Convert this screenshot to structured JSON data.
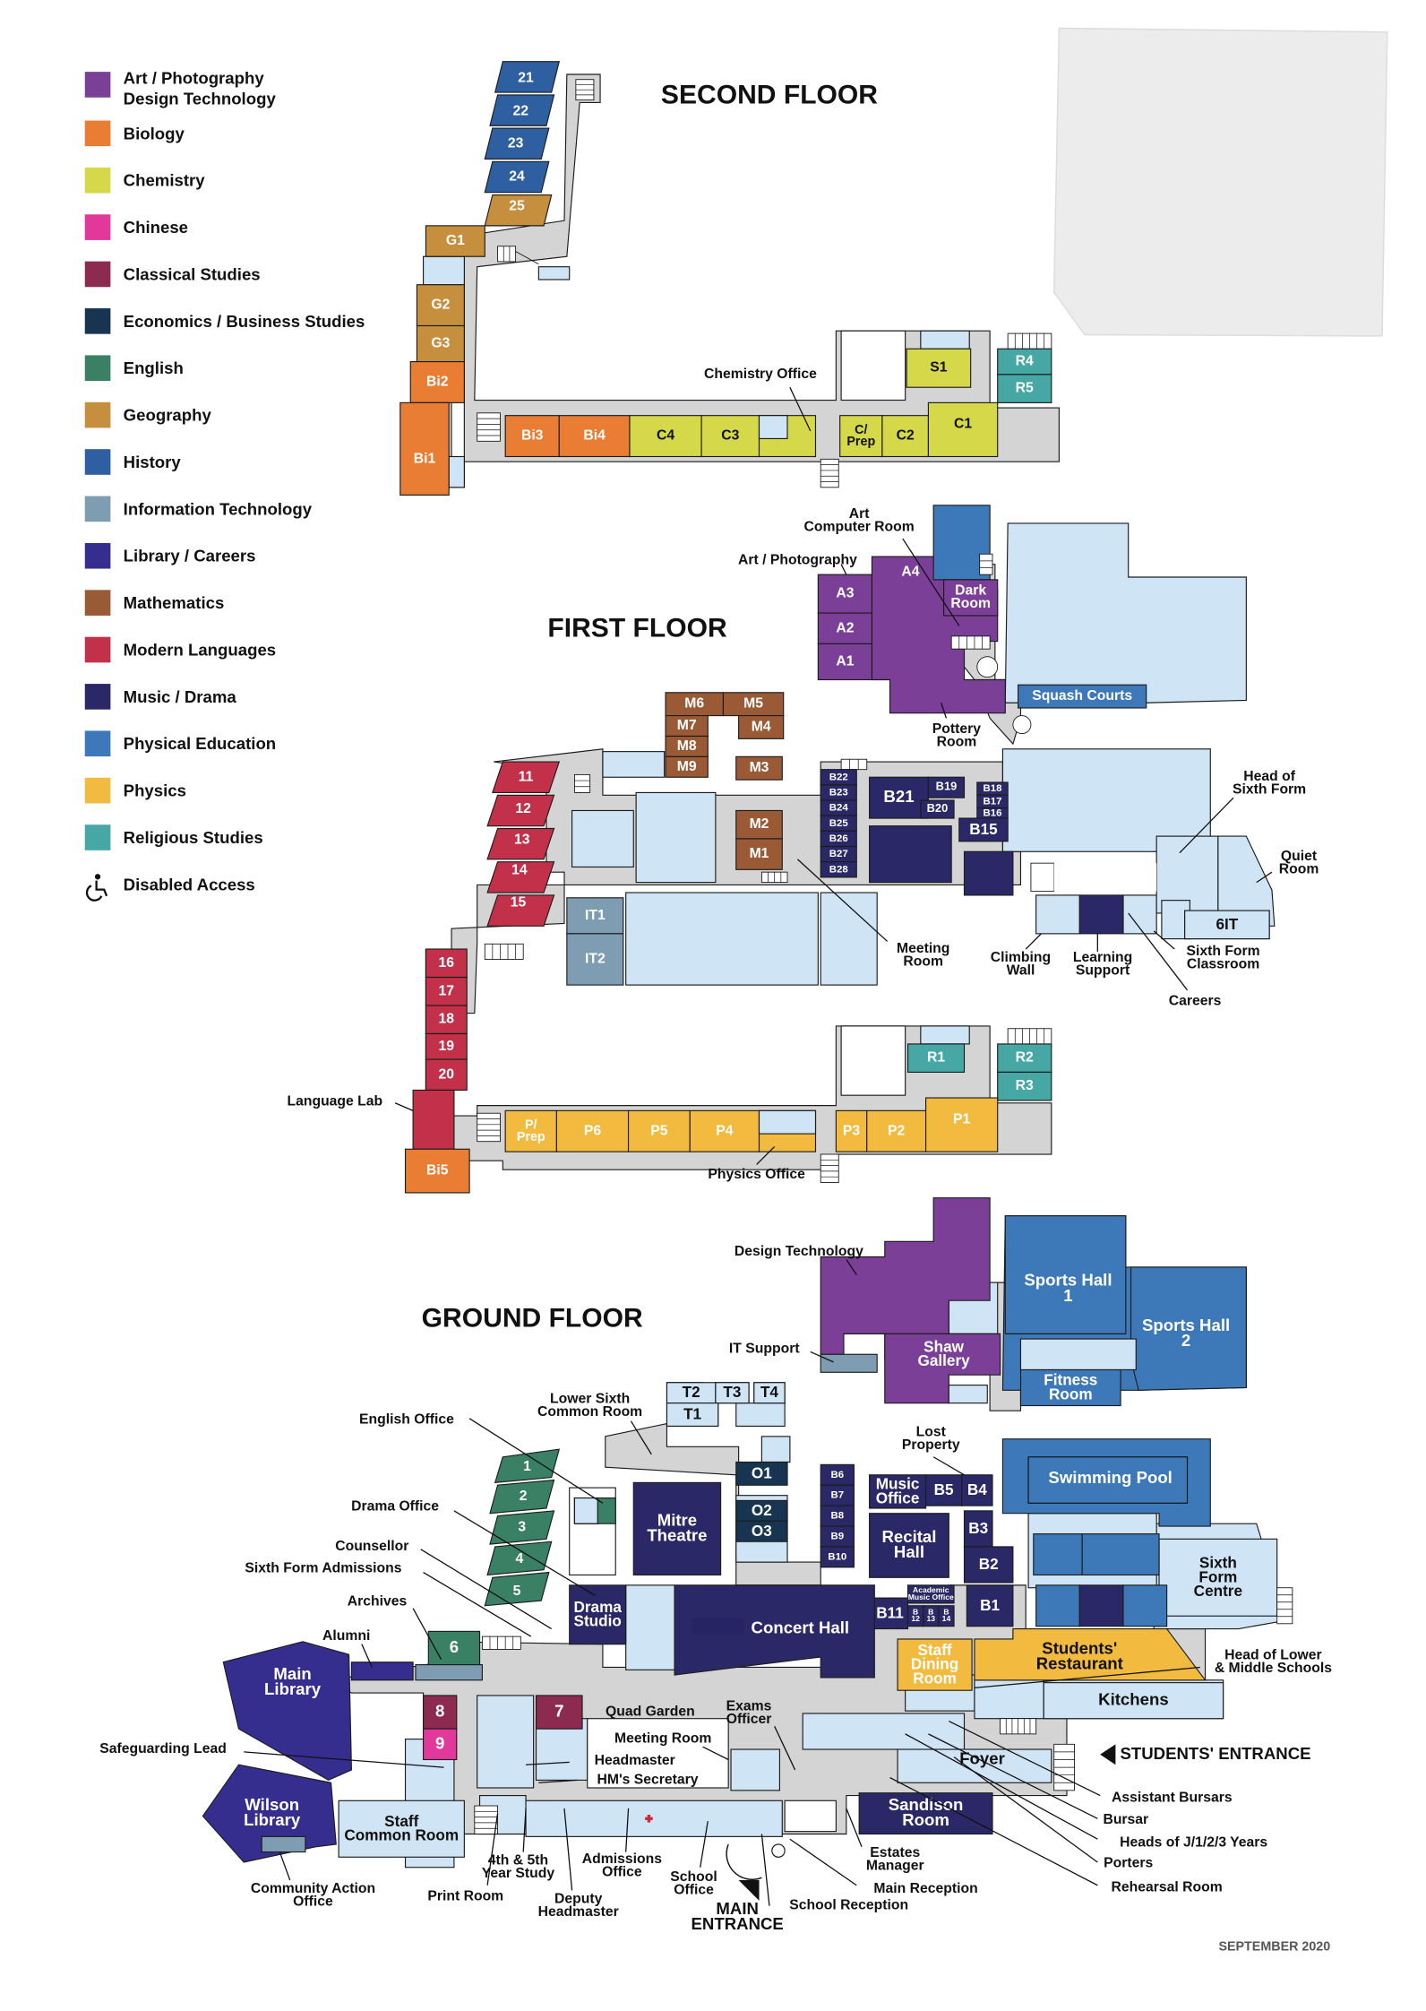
{
  "colors": {
    "art": "#7b3f98",
    "biology": "#e87d33",
    "chemistry": "#d5d849",
    "chinese": "#e2389b",
    "classical": "#8c2a50",
    "economics": "#173550",
    "english": "#3a8065",
    "geography": "#c58f3d",
    "history": "#2e5fa0",
    "it": "#7f9db2",
    "library": "#352e8f",
    "maths": "#9a5a35",
    "languages": "#c3304a",
    "music": "#2a2867",
    "pe": "#3d79b8",
    "physics": "#f2bb3f",
    "religious": "#47a7a5",
    "room": "#cfe4f4",
    "corridor": "#d4d4d4"
  },
  "legend": [
    {
      "label": "Art / Photography\nDesign Technology",
      "color_key": "art"
    },
    {
      "label": "Biology",
      "color_key": "biology"
    },
    {
      "label": "Chemistry",
      "color_key": "chemistry"
    },
    {
      "label": "Chinese",
      "color_key": "chinese"
    },
    {
      "label": "Classical Studies",
      "color_key": "classical"
    },
    {
      "label": "Economics / Business Studies",
      "color_key": "economics"
    },
    {
      "label": "English",
      "color_key": "english"
    },
    {
      "label": "Geography",
      "color_key": "geography"
    },
    {
      "label": "History",
      "color_key": "history"
    },
    {
      "label": "Information Technology",
      "color_key": "it"
    },
    {
      "label": "Library / Careers",
      "color_key": "library"
    },
    {
      "label": "Mathematics",
      "color_key": "maths"
    },
    {
      "label": "Modern Languages",
      "color_key": "languages"
    },
    {
      "label": "Music / Drama",
      "color_key": "music"
    },
    {
      "label": "Physical Education",
      "color_key": "pe"
    },
    {
      "label": "Physics",
      "color_key": "physics"
    },
    {
      "label": "Religious Studies",
      "color_key": "religious"
    },
    {
      "label": "Disabled Access",
      "icon": "wheelchair-icon"
    }
  ],
  "floors": {
    "second": "SECOND FLOOR",
    "first": "FIRST FLOOR",
    "ground": "GROUND FLOOR"
  },
  "footer": "SEPTEMBER 2020",
  "entrances": {
    "students": "STUDENTS' ENTRANCE",
    "main": "MAIN\nENTRANCE"
  },
  "rooms": {
    "second": [
      {
        "label": "21",
        "c": "history"
      },
      {
        "label": "22",
        "c": "history"
      },
      {
        "label": "23",
        "c": "history"
      },
      {
        "label": "24",
        "c": "history"
      },
      {
        "label": "25",
        "c": "geography"
      },
      {
        "label": "G1",
        "c": "geography"
      },
      {
        "label": "G2",
        "c": "geography"
      },
      {
        "label": "G3",
        "c": "geography"
      },
      {
        "label": "Bi2",
        "c": "biology"
      },
      {
        "label": "Bi1",
        "c": "biology"
      },
      {
        "label": "Bi3",
        "c": "biology"
      },
      {
        "label": "Bi4",
        "c": "biology"
      },
      {
        "label": "C4",
        "c": "chemistry"
      },
      {
        "label": "C3",
        "c": "chemistry"
      },
      {
        "label": "C/\nPrep",
        "c": "chemistry"
      },
      {
        "label": "C2",
        "c": "chemistry"
      },
      {
        "label": "C1",
        "c": "chemistry"
      },
      {
        "label": "S1",
        "c": "chemistry"
      },
      {
        "label": "R4",
        "c": "religious"
      },
      {
        "label": "R5",
        "c": "religious"
      }
    ],
    "first": [
      {
        "label": "A3",
        "c": "art"
      },
      {
        "label": "A2",
        "c": "art"
      },
      {
        "label": "A1",
        "c": "art"
      },
      {
        "label": "A4",
        "c": "art"
      },
      {
        "label": "Dark\nRoom",
        "c": "art"
      },
      {
        "label": "Squash Courts",
        "c": "pe"
      },
      {
        "label": "M6",
        "c": "maths"
      },
      {
        "label": "M5",
        "c": "maths"
      },
      {
        "label": "M7",
        "c": "maths"
      },
      {
        "label": "M4",
        "c": "maths"
      },
      {
        "label": "M8",
        "c": "maths"
      },
      {
        "label": "M9",
        "c": "maths"
      },
      {
        "label": "M3",
        "c": "maths"
      },
      {
        "label": "M2",
        "c": "maths"
      },
      {
        "label": "M1",
        "c": "maths"
      },
      {
        "label": "B22",
        "c": "music"
      },
      {
        "label": "B23",
        "c": "music"
      },
      {
        "label": "B24",
        "c": "music"
      },
      {
        "label": "B25",
        "c": "music"
      },
      {
        "label": "B26",
        "c": "music"
      },
      {
        "label": "B27",
        "c": "music"
      },
      {
        "label": "B28",
        "c": "music"
      },
      {
        "label": "B21",
        "c": "music"
      },
      {
        "label": "B19",
        "c": "music"
      },
      {
        "label": "B20",
        "c": "music"
      },
      {
        "label": "B18",
        "c": "music"
      },
      {
        "label": "B17",
        "c": "music"
      },
      {
        "label": "B16",
        "c": "music"
      },
      {
        "label": "B15",
        "c": "music"
      },
      {
        "label": "6IT",
        "c": "room"
      },
      {
        "label": "11",
        "c": "languages"
      },
      {
        "label": "12",
        "c": "languages"
      },
      {
        "label": "13",
        "c": "languages"
      },
      {
        "label": "14",
        "c": "languages"
      },
      {
        "label": "15",
        "c": "languages"
      },
      {
        "label": "16",
        "c": "languages"
      },
      {
        "label": "17",
        "c": "languages"
      },
      {
        "label": "18",
        "c": "languages"
      },
      {
        "label": "19",
        "c": "languages"
      },
      {
        "label": "20",
        "c": "languages"
      },
      {
        "label": "IT1",
        "c": "it"
      },
      {
        "label": "IT2",
        "c": "it"
      },
      {
        "label": "R1",
        "c": "religious"
      },
      {
        "label": "R2",
        "c": "religious"
      },
      {
        "label": "R3",
        "c": "religious"
      },
      {
        "label": "Bi5",
        "c": "biology"
      },
      {
        "label": "P/\nPrep",
        "c": "physics"
      },
      {
        "label": "P6",
        "c": "physics"
      },
      {
        "label": "P5",
        "c": "physics"
      },
      {
        "label": "P4",
        "c": "physics"
      },
      {
        "label": "P3",
        "c": "physics"
      },
      {
        "label": "P2",
        "c": "physics"
      },
      {
        "label": "P1",
        "c": "physics"
      }
    ],
    "ground": [
      {
        "label": "Sports Hall\n1",
        "c": "pe"
      },
      {
        "label": "Sports Hall\n2",
        "c": "pe"
      },
      {
        "label": "Shaw\nGallery",
        "c": "art"
      },
      {
        "label": "Fitness\nRoom",
        "c": "pe"
      },
      {
        "label": "Swimming Pool",
        "c": "pe"
      },
      {
        "label": "Sixth\nForm\nCentre",
        "c": "room"
      },
      {
        "label": "T2",
        "c": "room"
      },
      {
        "label": "T3",
        "c": "room"
      },
      {
        "label": "T4",
        "c": "room"
      },
      {
        "label": "T1",
        "c": "room"
      },
      {
        "label": "O1",
        "c": "economics"
      },
      {
        "label": "O2",
        "c": "economics"
      },
      {
        "label": "O3",
        "c": "economics"
      },
      {
        "label": "Mitre\nTheatre",
        "c": "music"
      },
      {
        "label": "B6",
        "c": "music"
      },
      {
        "label": "B7",
        "c": "music"
      },
      {
        "label": "B8",
        "c": "music"
      },
      {
        "label": "B9",
        "c": "music"
      },
      {
        "label": "B10",
        "c": "music"
      },
      {
        "label": "Music\nOffice",
        "c": "music"
      },
      {
        "label": "B5",
        "c": "music"
      },
      {
        "label": "B4",
        "c": "music"
      },
      {
        "label": "Recital\nHall",
        "c": "music"
      },
      {
        "label": "B3",
        "c": "music"
      },
      {
        "label": "B2",
        "c": "music"
      },
      {
        "label": "B1",
        "c": "music"
      },
      {
        "label": "B11",
        "c": "music"
      },
      {
        "label": "Academic\nMusic Office",
        "c": "music"
      },
      {
        "label": "B\n12",
        "c": "music"
      },
      {
        "label": "B\n13",
        "c": "music"
      },
      {
        "label": "B\n14",
        "c": "music"
      },
      {
        "label": "1",
        "c": "english"
      },
      {
        "label": "2",
        "c": "english"
      },
      {
        "label": "3",
        "c": "english"
      },
      {
        "label": "4",
        "c": "english"
      },
      {
        "label": "5",
        "c": "english"
      },
      {
        "label": "6",
        "c": "english"
      },
      {
        "label": "Drama\nStudio",
        "c": "music"
      },
      {
        "label": "Concert Hall",
        "c": "music"
      },
      {
        "label": "Staff\nDining\nRoom",
        "c": "physics"
      },
      {
        "label": "Students'\nRestaurant",
        "c": "physics"
      },
      {
        "label": "Kitchens",
        "c": "room"
      },
      {
        "label": "Main\nLibrary",
        "c": "library"
      },
      {
        "label": "Wilson\nLibrary",
        "c": "library"
      },
      {
        "label": "8",
        "c": "classical"
      },
      {
        "label": "9",
        "c": "chinese"
      },
      {
        "label": "7",
        "c": "classical"
      },
      {
        "label": "Staff\nCommon Room",
        "c": "room"
      },
      {
        "label": "Foyer",
        "c": "corridor"
      },
      {
        "label": "Sandison\nRoom",
        "c": "music"
      }
    ]
  },
  "callouts": {
    "second": [
      "Chemistry Office"
    ],
    "first": [
      "Art\nComputer Room",
      "Art / Photography",
      "Pottery\nRoom",
      "Head of\nSixth Form",
      "Quiet\nRoom",
      "Meeting\nRoom",
      "Climbing\nWall",
      "Learning\nSupport",
      "Sixth Form\nClassroom",
      "Careers",
      "Language Lab",
      "Physics Office"
    ],
    "ground": [
      "Design Technology",
      "IT Support",
      "Lower Sixth\nCommon Room",
      "English Office",
      "Lost\nProperty",
      "Drama Office",
      "Counsellor",
      "Sixth Form Admissions",
      "Archives",
      "Alumni",
      "Head of Lower\n& Middle Schools",
      "Quad Garden",
      "Exams\nOfficer",
      "Meeting Room",
      "Safeguarding Lead",
      "Headmaster",
      "HM's Secretary",
      "Assistant Bursars",
      "Bursar",
      "Heads of J/1/2/3 Years",
      "Porters",
      "Rehearsal Room",
      "Estates\nManager",
      "Main Reception",
      "School Reception",
      "Community Action\nOffice",
      "Print Room",
      "4th & 5th\nYear Study",
      "Deputy\nHeadmaster",
      "Admissions\nOffice",
      "School\nOffice"
    ]
  }
}
